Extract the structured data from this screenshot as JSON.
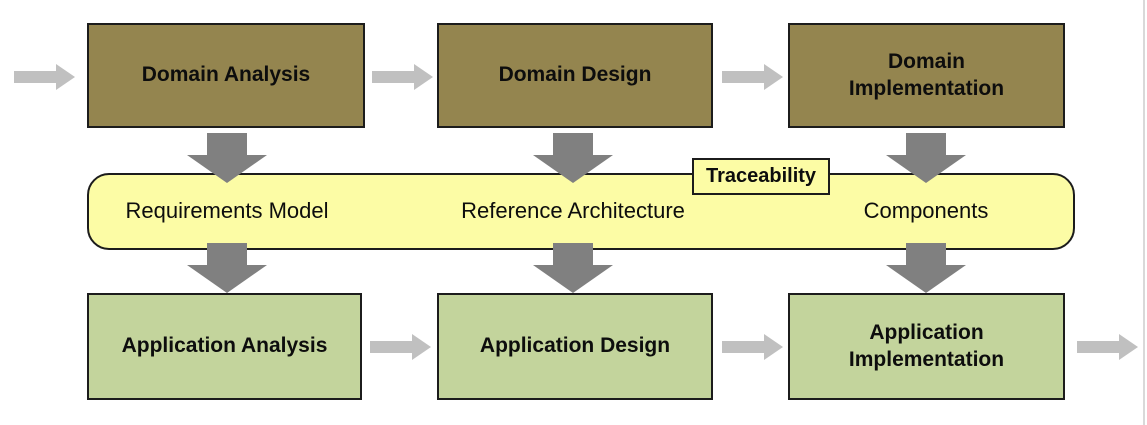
{
  "diagram": {
    "top_row": [
      {
        "label": "Domain Analysis"
      },
      {
        "label": "Domain Design"
      },
      {
        "label": "Domain\nImplementation"
      }
    ],
    "band": {
      "tag": "Traceability",
      "items": [
        {
          "label": "Requirements Model"
        },
        {
          "label": "Reference Architecture"
        },
        {
          "label": "Components"
        }
      ]
    },
    "bottom_row": [
      {
        "label": "Application Analysis"
      },
      {
        "label": "Application Design"
      },
      {
        "label": "Application\nImplementation"
      }
    ]
  },
  "colors": {
    "domain-box": "#94854F",
    "application-box": "#C3D49C",
    "band": "#FCFCA5",
    "arrow-dark": "#808080",
    "arrow-light": "#C0C0C0",
    "page-edge": "#D9D9D9"
  }
}
